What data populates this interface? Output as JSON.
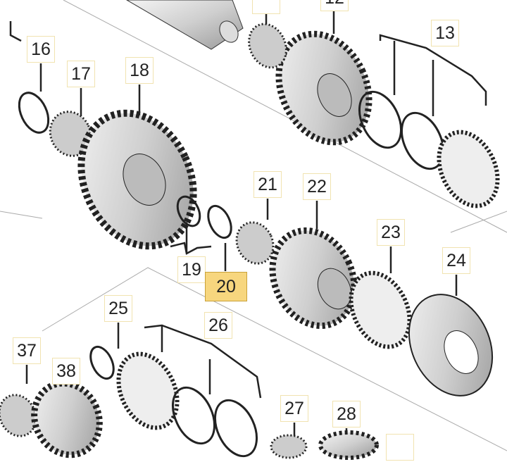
{
  "diagram": {
    "highlighted_part": "20",
    "highlight_color": "#f7d67e",
    "callouts": {
      "p12": "12",
      "p13": "13",
      "p16": "16",
      "p17": "17",
      "p18": "18",
      "p19": "19",
      "p20": "20",
      "p21": "21",
      "p22": "22",
      "p23": "23",
      "p24": "24",
      "p25": "25",
      "p26": "26",
      "p27": "27",
      "p28": "28",
      "p37": "37",
      "p38": "38"
    }
  }
}
